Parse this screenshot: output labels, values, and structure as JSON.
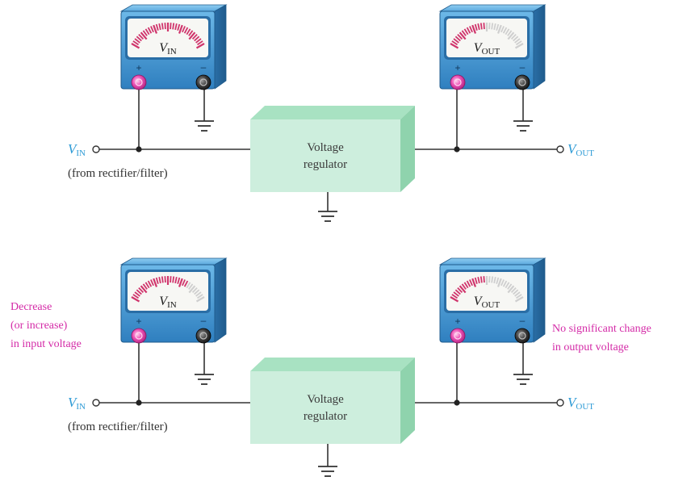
{
  "colors": {
    "wire": "#333333",
    "meter_body": "#4da3dc",
    "meter_body_dark": "#2b78b3",
    "meter_face": "#f7f7f4",
    "scale_active": "#d0356c",
    "scale_inactive": "#cfcfcf",
    "regulator_face": "#cdeedd",
    "regulator_side": "#8fd3ad",
    "plus_terminal": "#ea4fb1",
    "minus_terminal": "#3b3b3b",
    "signal_label": "#2e9bd6",
    "annotation": "#d42aa7"
  },
  "icons": {
    "meter": "analog-voltmeter-icon",
    "ground": "ground-symbol-icon",
    "terminal": "open-terminal-circle-icon",
    "node": "junction-dot-icon"
  },
  "top": {
    "meter_in": {
      "label_main": "V",
      "label_sub": "IN",
      "plus": "+",
      "minus": "–",
      "reading": 1.0
    },
    "meter_out": {
      "label_main": "V",
      "label_sub": "OUT",
      "plus": "+",
      "minus": "–",
      "reading": 0.48
    },
    "input_label_main": "V",
    "input_label_sub": "IN",
    "output_label_main": "V",
    "output_label_sub": "OUT",
    "source_note": "(from rectifier/filter)",
    "regulator_line1": "Voltage",
    "regulator_line2": "regulator"
  },
  "bottom": {
    "meter_in": {
      "label_main": "V",
      "label_sub": "IN",
      "plus": "+",
      "minus": "–",
      "reading": 0.72
    },
    "meter_out": {
      "label_main": "V",
      "label_sub": "OUT",
      "plus": "+",
      "minus": "–",
      "reading": 0.48
    },
    "input_label_main": "V",
    "input_label_sub": "IN",
    "output_label_main": "V",
    "output_label_sub": "OUT",
    "source_note": "(from rectifier/filter)",
    "regulator_line1": "Voltage",
    "regulator_line2": "regulator",
    "input_change_lines": [
      "Decrease",
      "(or increase)",
      "in input voltage"
    ],
    "output_change_lines": [
      "No significant change",
      "in output voltage"
    ]
  }
}
